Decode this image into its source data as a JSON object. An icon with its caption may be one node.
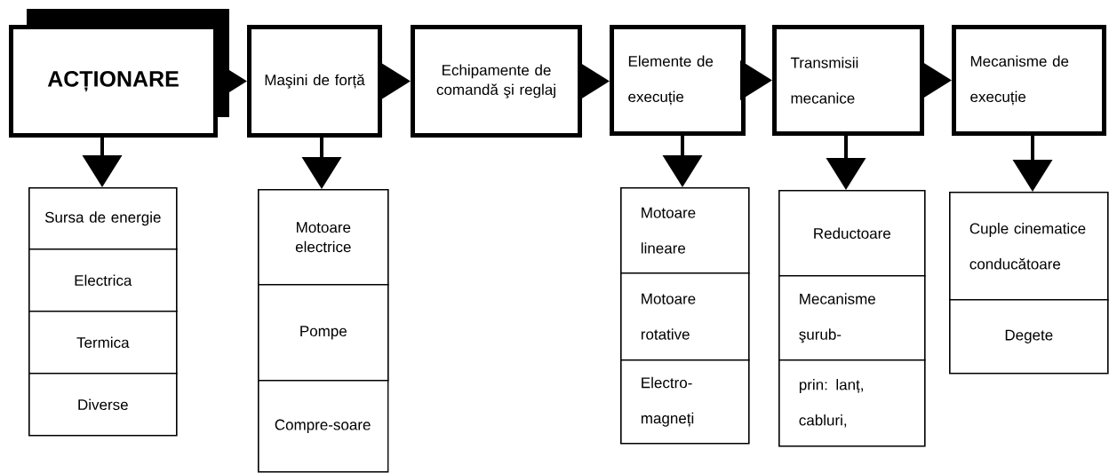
{
  "diagram": {
    "nodes": [
      {
        "text": [
          "ACȚIONARE"
        ]
      },
      {
        "text": [
          "Maşini de forță"
        ]
      },
      {
        "text": [
          "Echipamente de comandă şi reglaj"
        ]
      },
      {
        "text": [
          "Elemente de execuție"
        ]
      },
      {
        "text": [
          "Transmisii mecanice"
        ]
      },
      {
        "text": [
          "Mecanisme de execuție"
        ]
      },
      {
        "text": [
          "Sursa de energie"
        ]
      },
      {
        "text": [
          "Electrica"
        ]
      },
      {
        "text": [
          "Termica"
        ]
      },
      {
        "text": [
          "Diverse"
        ]
      },
      {
        "text": [
          "Motoare electrice"
        ]
      },
      {
        "text": [
          "Pompe"
        ]
      },
      {
        "text": [
          "Compre-soare"
        ]
      },
      {
        "text": [
          "Motoare lineare"
        ]
      },
      {
        "text": [
          "Motoare rotative"
        ]
      },
      {
        "text": [
          "Electro-magneți"
        ]
      },
      {
        "text": [
          "Reductoare"
        ]
      },
      {
        "text": [
          "Mecanisme şurub-"
        ]
      },
      {
        "text": [
          "prin: lanț, cabluri,"
        ]
      },
      {
        "text": [
          "Cuple cinematice conducătoare"
        ]
      },
      {
        "text": [
          "Degete"
        ]
      }
    ],
    "edges": [
      {
        "from": 0,
        "to": 1,
        "arrow": "to"
      },
      {
        "from": 1,
        "to": 2,
        "arrow": "to"
      },
      {
        "from": 2,
        "to": 3,
        "arrow": "to"
      },
      {
        "from": 3,
        "to": 4,
        "arrow": "to"
      },
      {
        "from": 4,
        "to": 5,
        "arrow": "to"
      },
      {
        "from": 0,
        "to": 6,
        "arrow": "to"
      },
      {
        "from": 1,
        "to": 10,
        "arrow": "to"
      },
      {
        "from": 3,
        "to": 13,
        "arrow": "to"
      },
      {
        "from": 4,
        "to": 16,
        "arrow": "to"
      },
      {
        "from": 5,
        "to": 19,
        "arrow": "to"
      }
    ]
  }
}
